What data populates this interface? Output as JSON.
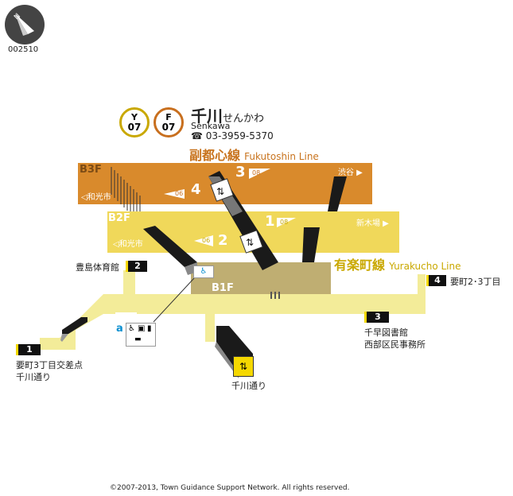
{
  "page": {
    "code": "002510",
    "copyright": "©2007-2013, Town Guidance Support Network. All rights reserved."
  },
  "station": {
    "name": "千川",
    "name_kana": "せんかわ",
    "name_roman": "Senkawa",
    "phone": "☎ 03-3959-5370",
    "badges": [
      {
        "letter": "Y",
        "number": "07",
        "color": "#c9a800"
      },
      {
        "letter": "F",
        "number": "07",
        "color": "#c86f1e"
      }
    ]
  },
  "lines": {
    "fukutoshin": {
      "name_ja": "副都心線",
      "name_en": "Fukutoshin Line",
      "color": "#d98a2c"
    },
    "yurakucho": {
      "name_ja": "有楽町線",
      "name_en": "Yurakucho Line",
      "color": "#f0d85a"
    }
  },
  "floors": {
    "b3f": {
      "label": "B3F",
      "west": "◁和光市",
      "east": "渋谷 ▶",
      "track_west": "4",
      "track_east": "3",
      "code_west": "06",
      "code_east": "08"
    },
    "b2f": {
      "label": "B2F",
      "west": "◁和光市",
      "east": "新木場 ▶",
      "track_west": "2",
      "track_east": "1",
      "code_west": "06",
      "code_east": "08"
    },
    "b1f": {
      "label": "B1F"
    }
  },
  "exits": [
    {
      "number": "1",
      "label_1": "要町3丁目交差点",
      "label_2": "千川通り"
    },
    {
      "number": "2",
      "label_1": "豊島体育館"
    },
    {
      "number": "3",
      "label_1": "千早図書館",
      "label_2": "西部区民事務所"
    },
    {
      "number": "4",
      "label_1": "要町2･3丁目"
    }
  ],
  "elevator_exit": {
    "label": "千川通り"
  },
  "facilities": {
    "accessibility_mark": "a"
  },
  "icons": [
    "north-arrow-icon",
    "phone-icon",
    "restroom-icon",
    "elevator-icon",
    "escalator-icon",
    "wheelchair-icon",
    "locker-icon",
    "ticket-gate-icon"
  ]
}
